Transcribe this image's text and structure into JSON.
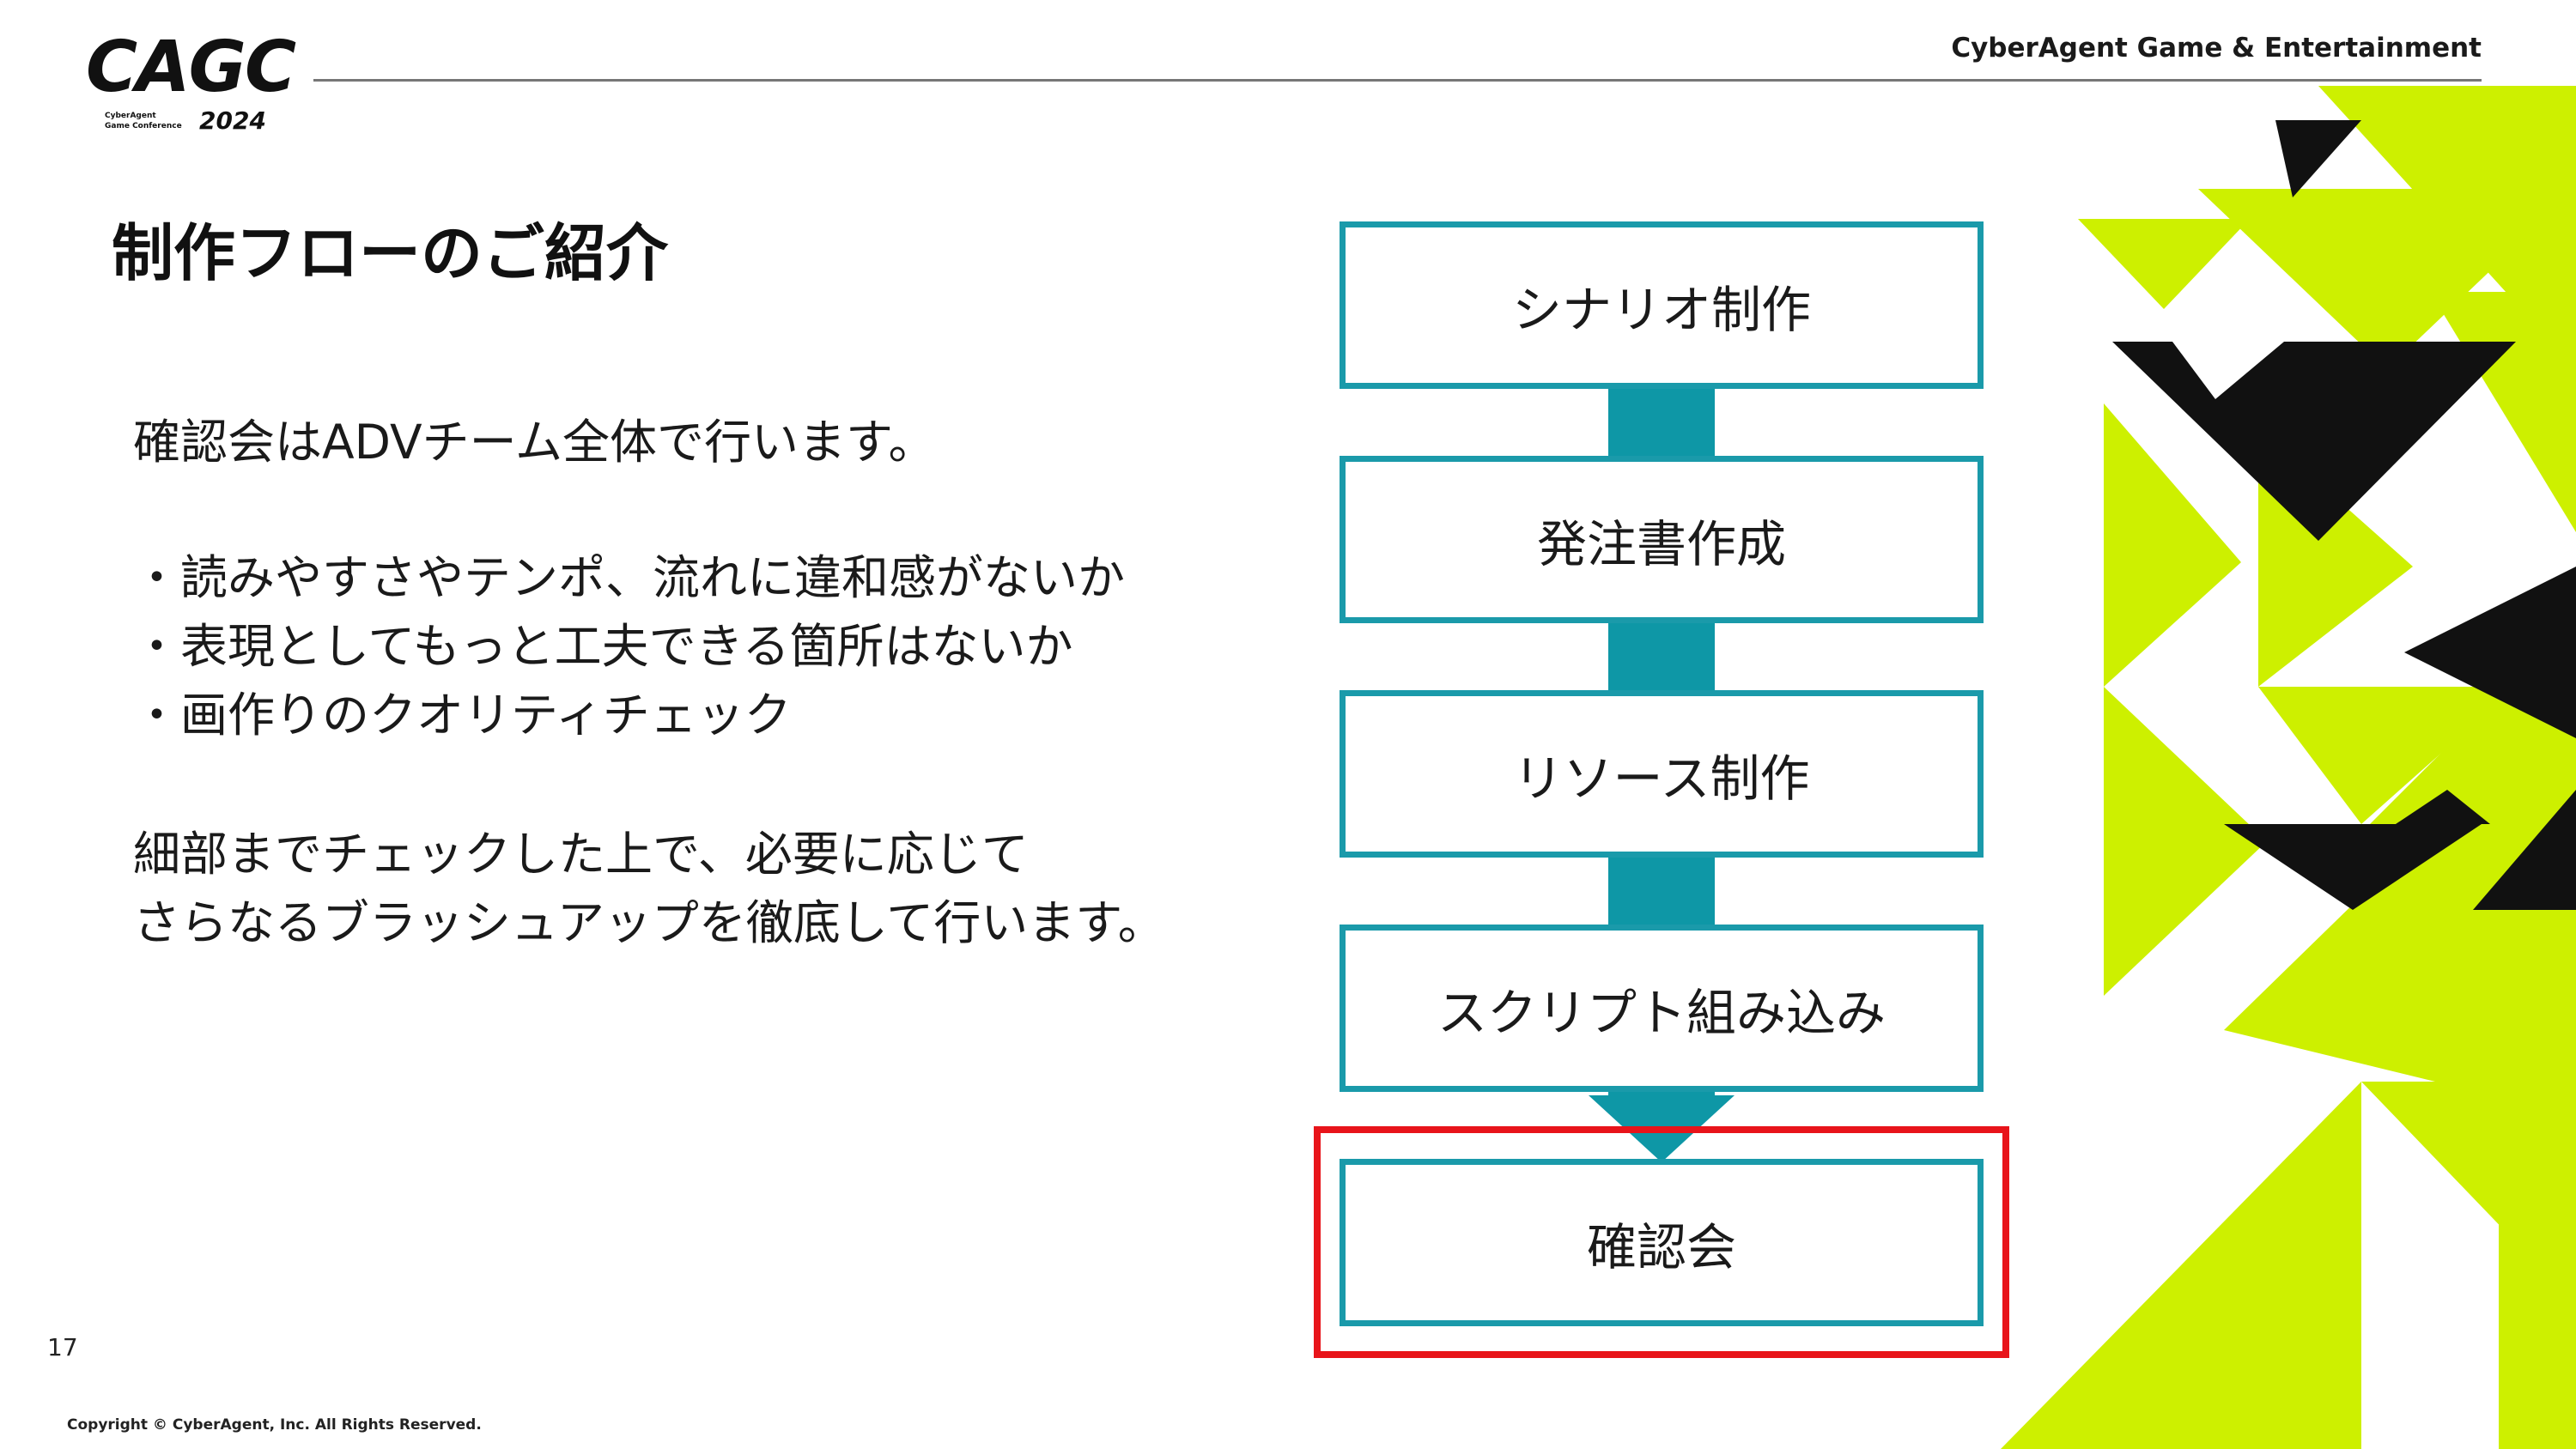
{
  "header": {
    "logo_main": "CAGC",
    "logo_sub_line1": "CyberAgent",
    "logo_sub_line2": "Game Conference",
    "logo_year": "2024",
    "company_name": "CyberAgent Game & Entertainment"
  },
  "title": "制作フローのご紹介",
  "body": {
    "intro": "確認会はADVチーム全体で行います。",
    "bullets": [
      "・読みやすさやテンポ、流れに違和感がないか",
      "・表現としてもっと工夫できる箇所はないか",
      "・画作りのクオリティチェック"
    ],
    "closing_line1": "細部までチェックした上で、必要に応じて",
    "closing_line2": "さらなるブラッシュアップを徹底して行います。"
  },
  "flow": {
    "steps": [
      "シナリオ制作",
      "発注書作成",
      "リソース制作",
      "スクリプト組み込み",
      "確認会"
    ],
    "highlighted_step": "確認会",
    "box_border_color": "#1a9aaa",
    "connector_color": "#0e97a6",
    "highlight_color": "#e8141a"
  },
  "footer": {
    "page_number": "17",
    "copyright": "Copyright © CyberAgent, Inc. All Rights Reserved."
  },
  "theme": {
    "accent_lime": "#cdf000",
    "accent_black": "#111111"
  }
}
